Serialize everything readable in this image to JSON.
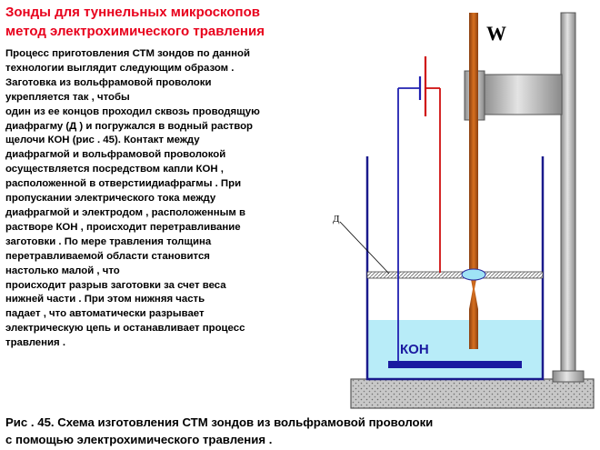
{
  "heading": {
    "line1": "Зонды для туннельных микроскопов",
    "line2": "метод электрохимического травления"
  },
  "body_lines": [
    "Процесс приготовления СТМ зондов по данной",
    "технологии выглядит следующим образом .",
    "Заготовка из вольфрамовой проволоки",
    "укрепляется так , чтобы",
    "один из ее концов проходил сквозь проводящую",
    "диафрагму (Д ) и погружался в водный раствор",
    "щелочи КОН (рис . 45). Контакт между",
    "диафрагмой и вольфрамовой проволокой",
    "осуществляется посредством капли КОН ,",
    "расположенной в отверстиидиафрагмы . При",
    "пропускании электрического тока между",
    "диафрагмой и электродом , расположенным в",
    "растворе КОН , происходит перетравливание",
    "заготовки . По мере травления толщина",
    "перетравливаемой области становится",
    "настолько малой , что",
    "происходит разрыв заготовки за счет веса",
    "нижней части . При этом нижняя часть",
    "падает , что автоматически разрывает",
    "электрическую цепь и останавливает процесс",
    "травления ."
  ],
  "caption": {
    "line1": "Рис . 45. Схема изготовления СТМ зондов из вольфрамовой проволоки",
    "line2": "с помощью электрохимического травления ."
  },
  "diagram": {
    "label_w": "W",
    "label_d": "Д",
    "label_koh": "КОН"
  },
  "colors": {
    "heading": "#e8001c",
    "wire": "#c8601a",
    "wire_edge": "#7a3a08",
    "solution": "#b8ecf8",
    "vessel": "#1a1a8c",
    "electrode": "#1a1aa0",
    "circuit_red": "#d01010",
    "circuit_blue": "#2020b0",
    "stand": "#b8b8b8",
    "base": "#9a9a9a"
  }
}
